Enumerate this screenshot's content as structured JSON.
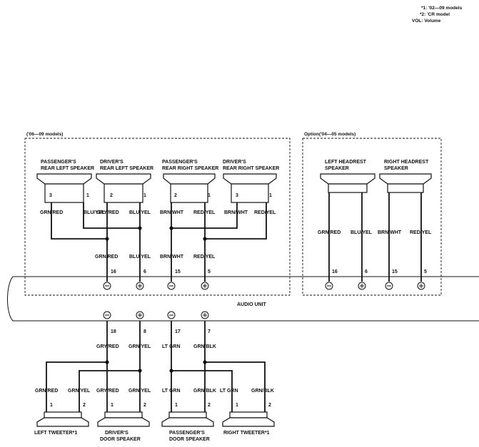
{
  "notes": [
    "*1: '02—09 models",
    "*2: 'CR model",
    "VOL: Volume"
  ],
  "boxes": {
    "left_title": "('06—09 models)",
    "right_title": "Option('04—05 models)"
  },
  "speakers": {
    "prl": [
      "PASSENGER'S",
      "REAR LEFT SPEAKER"
    ],
    "drl": [
      "DRIVER'S",
      "REAR LEFT SPEAKER"
    ],
    "prr": [
      "PASSENGER'S",
      "REAR RIGHT SPEAKER"
    ],
    "drr": [
      "DRIVER'S",
      "REAR RIGHT SPEAKER"
    ],
    "lhr": [
      "LEFT HEADREST",
      "SPEAKER"
    ],
    "rhr": [
      "RIGHT HEADREST",
      "SPEAKER"
    ],
    "ltw": [
      "LEFT TWEETER*1"
    ],
    "dds": [
      "DRIVER'S",
      "DOOR SPEAKER"
    ],
    "pds": [
      "PASSENGER'S",
      "DOOR SPEAKER"
    ],
    "rtw": [
      "RIGHT TWEETER*1"
    ]
  },
  "audio_unit": "AUDIO UNIT",
  "pins": {
    "prl_3": "3",
    "prl_1": "1",
    "drl_2": "2",
    "drl_1": "1",
    "prr_2": "2",
    "prr_1": "1",
    "drr_3": "3",
    "drr_1": "1",
    "u16": "16",
    "u6": "6",
    "u15": "15",
    "u5": "5",
    "r16": "16",
    "r6": "6",
    "r15": "15",
    "r5": "5",
    "u18": "18",
    "u8": "8",
    "u17": "17",
    "u7": "7",
    "ltw_1": "1",
    "ltw_2": "2",
    "dds_1": "1",
    "dds_2": "2",
    "pds_1": "1",
    "pds_2": "2",
    "rtw_1": "1",
    "rtw_2": "2"
  },
  "wires": {
    "w_prl_a": "GRN/RED",
    "w_prl_b": "BLU/YEL",
    "w_drl_a": "GRY/RED",
    "w_drl_b": "BLU/YEL",
    "w_prr_a": "BRN/WHT",
    "w_prr_b": "RED/YEL",
    "w_drr_a": "BRN/WHT",
    "w_drr_b": "RED/YEL",
    "w_u16": "GRN/RED",
    "w_u6": "BLU/YEL",
    "w_u15": "BRN/WHT",
    "w_u5": "RED/YEL",
    "w_lhr_a": "GRN/RED",
    "w_lhr_b": "BLU/YEL",
    "w_rhr_a": "BRN/WHT",
    "w_rhr_b": "RED/YEL",
    "w_u18": "GRY/RED",
    "w_u8": "GRN/YEL",
    "w_u17": "LT GRN",
    "w_u7": "GRN/BLK",
    "w_ltw_a": "GRN/RED",
    "w_ltw_b": "GRN/YEL",
    "w_dds_a": "GRY/RED",
    "w_dds_b": "GRN/YEL",
    "w_pds_a": "LT GRN",
    "w_pds_b": "GRN/BLK",
    "w_rtw_a": "LT GRN",
    "w_rtw_b": "GRN/BLK"
  },
  "terminals": {
    "minus": "⊖",
    "plus": "⊕"
  }
}
